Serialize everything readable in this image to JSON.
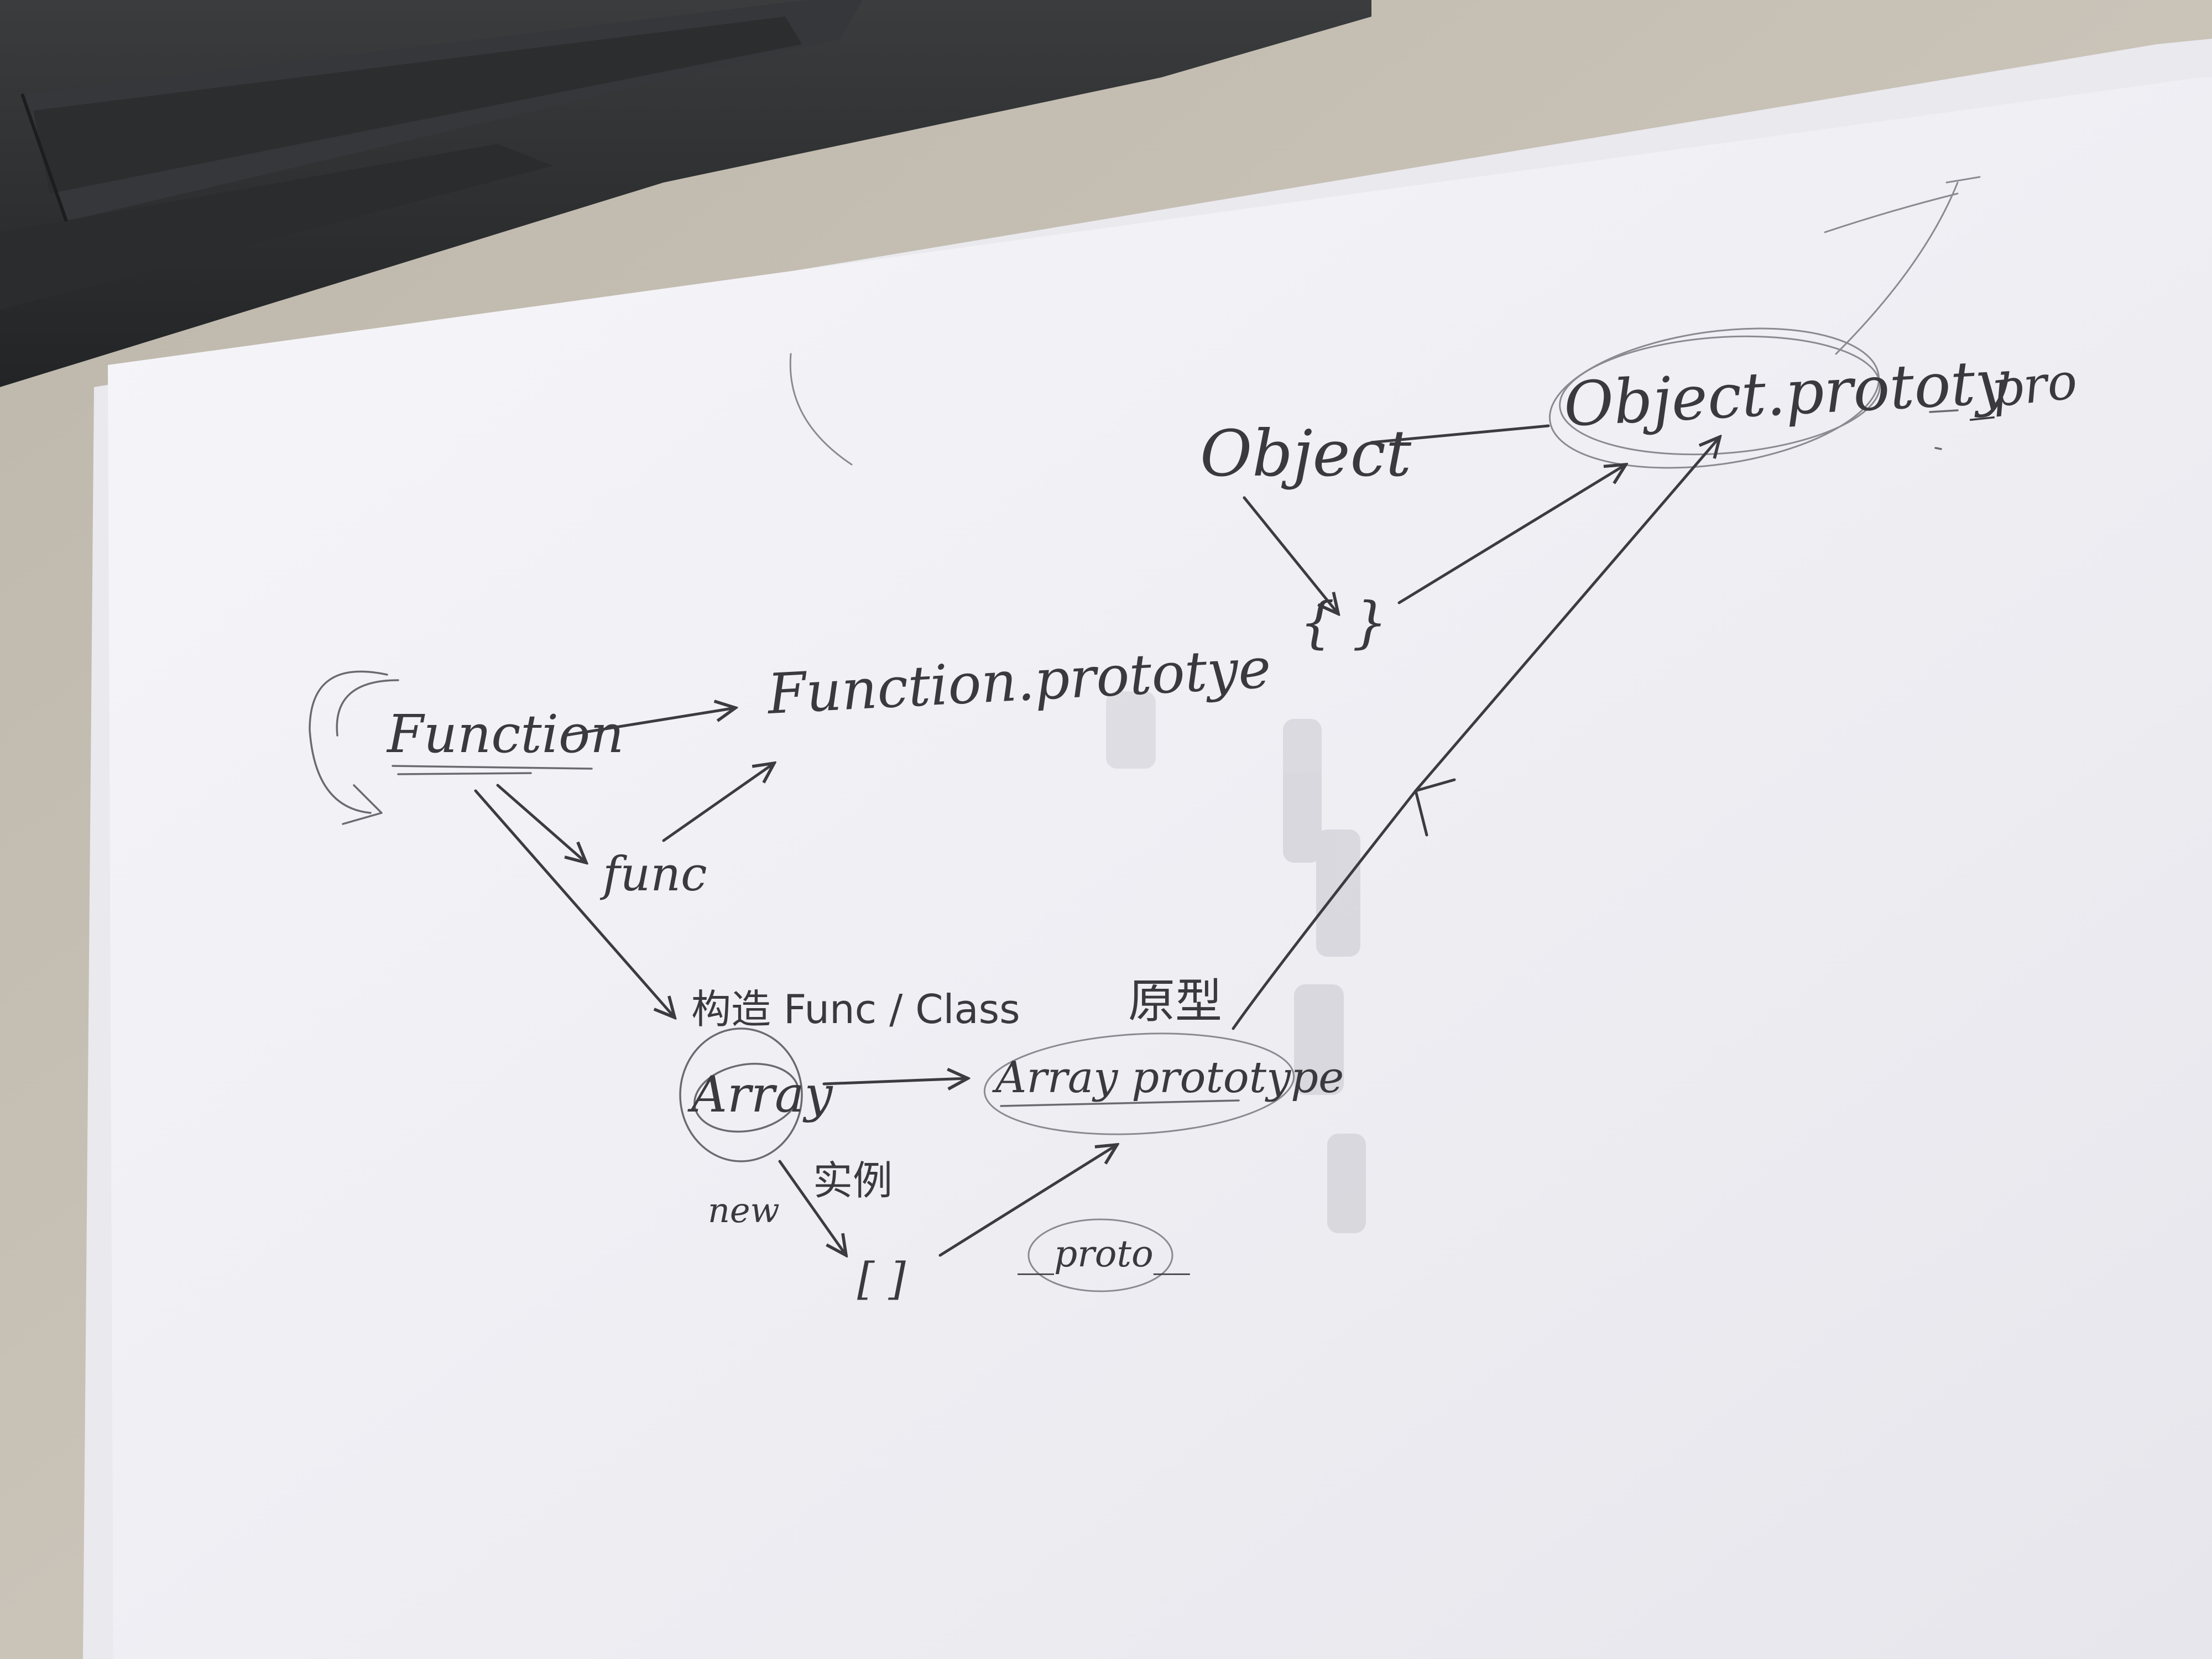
{
  "labels": {
    "object_prototype": "Object.prototy",
    "object": "Object",
    "proto_top": "_pro",
    "empty_object": "{ }",
    "function": "Function",
    "function_prototype": "Function.prototye",
    "func": "func",
    "constructor": "构造 Func / Class",
    "array": "Array",
    "array_prototype": "Array prototype",
    "prototype_cn": "原型",
    "new": "new",
    "instance_cn": "实例",
    "empty_array": "[ ]",
    "proto_bottom": "__proto__"
  },
  "colors": {
    "desk": "#c9c2b6",
    "paper": "#f4f4f8",
    "keyboard": "#2f3133",
    "ink": "#3b3b40"
  }
}
